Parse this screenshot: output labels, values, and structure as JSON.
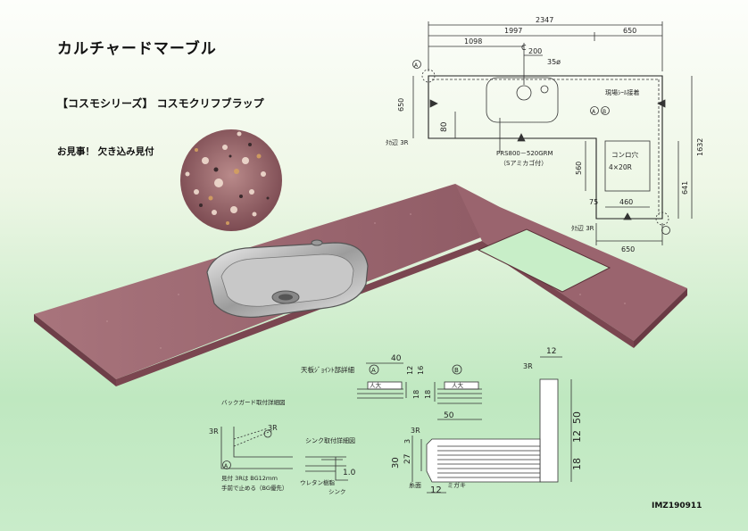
{
  "header": {
    "title": "カルチャードマーブル",
    "series": "【コスモシリーズ】 コスモクリフブラップ",
    "tagline": "お見事！ 欠き込み見付",
    "doc_id": "IMZ190911"
  },
  "plan_drawing": {
    "dim_total_width": "2347",
    "dim_1997": "1997",
    "dim_650_top": "650",
    "dim_1098": "1098",
    "center_mark": "C",
    "dim_200": "200",
    "hole_diameter": "35ø",
    "dim_650_left": "650",
    "dim_80": "80",
    "corner_radius_left": "ﾀｶ辺 3R",
    "sink_model": "PRS800－520GRM",
    "sink_note": "（Sアミカゴ付）",
    "site_joint": "現場ｼｰﾙ接着",
    "marker_a": "A",
    "marker_b": "B",
    "dim_1632": "1632",
    "dim_560": "560",
    "stove_opening": "コンロ穴",
    "stove_size": "4×20R",
    "dim_641": "641",
    "dim_75": "75",
    "dim_460": "460",
    "corner_radius_right": "ﾀｶ辺 3R",
    "dim_650_bottom": "650",
    "marker_a_small": "A"
  },
  "joint_detail": {
    "title": "天板ｼﾞｮｲﾝﾄ部詳細",
    "marker_a": "A",
    "marker_b": "B",
    "label_a": "人大",
    "label_b": "人大",
    "dim_40": "40",
    "dim_12": "12",
    "dim_16": "16",
    "dim_18_left": "18",
    "dim_18_right": "18",
    "dim_50": "50"
  },
  "backguard_detail": {
    "title": "バックガード取付詳細図",
    "r_left": "3R",
    "r_right": "3R",
    "marker": "A",
    "note_line1": "見付 3Rは BG12ｍｍ",
    "note_line2": "手前で止める（BG優先）"
  },
  "sink_detail": {
    "title": "シンク取付詳細図",
    "dim_10": "1.0",
    "label_urethane": "ウレタン樹脂",
    "label_sink": "シンク"
  },
  "edge_profile": {
    "dim_12_top": "12",
    "r_top": "3R",
    "dim_50": "50",
    "dim_12_right": "12",
    "dim_18": "18",
    "r_left": "3R",
    "dim_30": "30",
    "dim_27": "27",
    "dim_3": "3",
    "label_drip": "糸面",
    "label_polish": "ミガキ",
    "dim_12_bottom": "12"
  },
  "colors": {
    "counter_top": "#9e6770",
    "counter_front": "#7a4650",
    "counter_edge": "#8a5560",
    "background_bottom": "#bfe8c0",
    "line": "#333333"
  }
}
